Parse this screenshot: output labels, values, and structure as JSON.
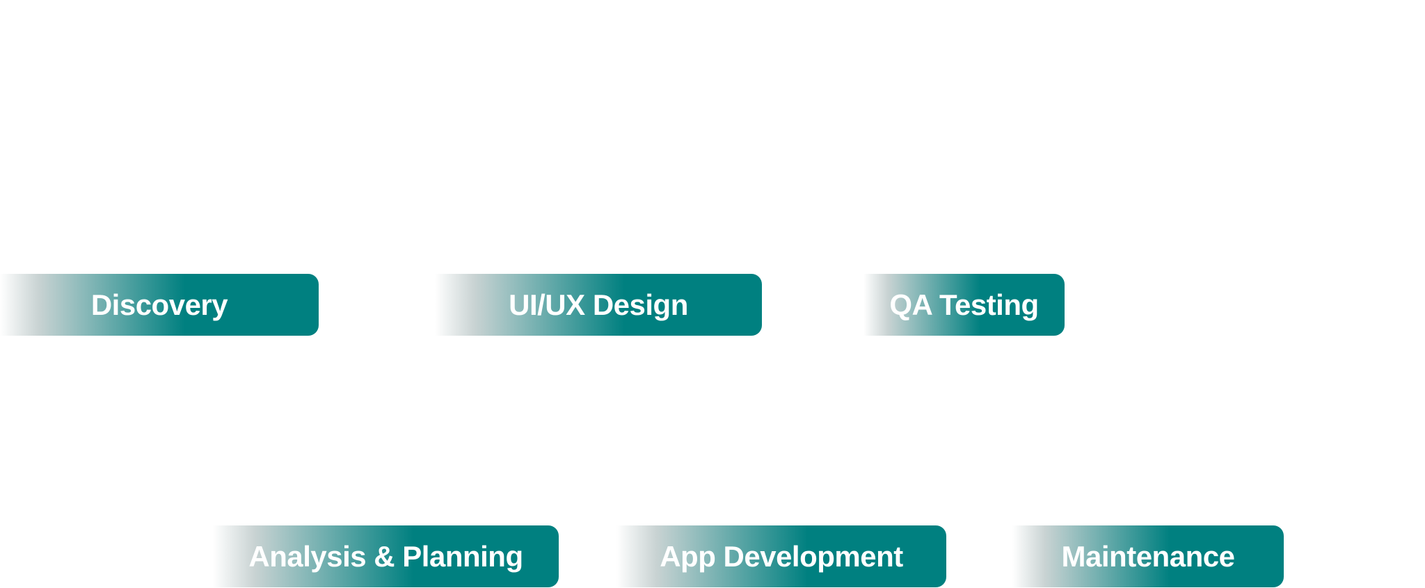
{
  "colors": {
    "accent": "#008080",
    "fade": "#ffffff",
    "text": "#ffffff"
  },
  "steps": [
    {
      "id": "step-discovery",
      "label": "Discovery"
    },
    {
      "id": "step-uiux",
      "label": "UI/UX Design"
    },
    {
      "id": "step-qa",
      "label": "QA Testing"
    },
    {
      "id": "step-analysis",
      "label": "Analysis & Planning"
    },
    {
      "id": "step-appdev",
      "label": "App Development"
    },
    {
      "id": "step-maintenance",
      "label": "Maintenance"
    }
  ]
}
